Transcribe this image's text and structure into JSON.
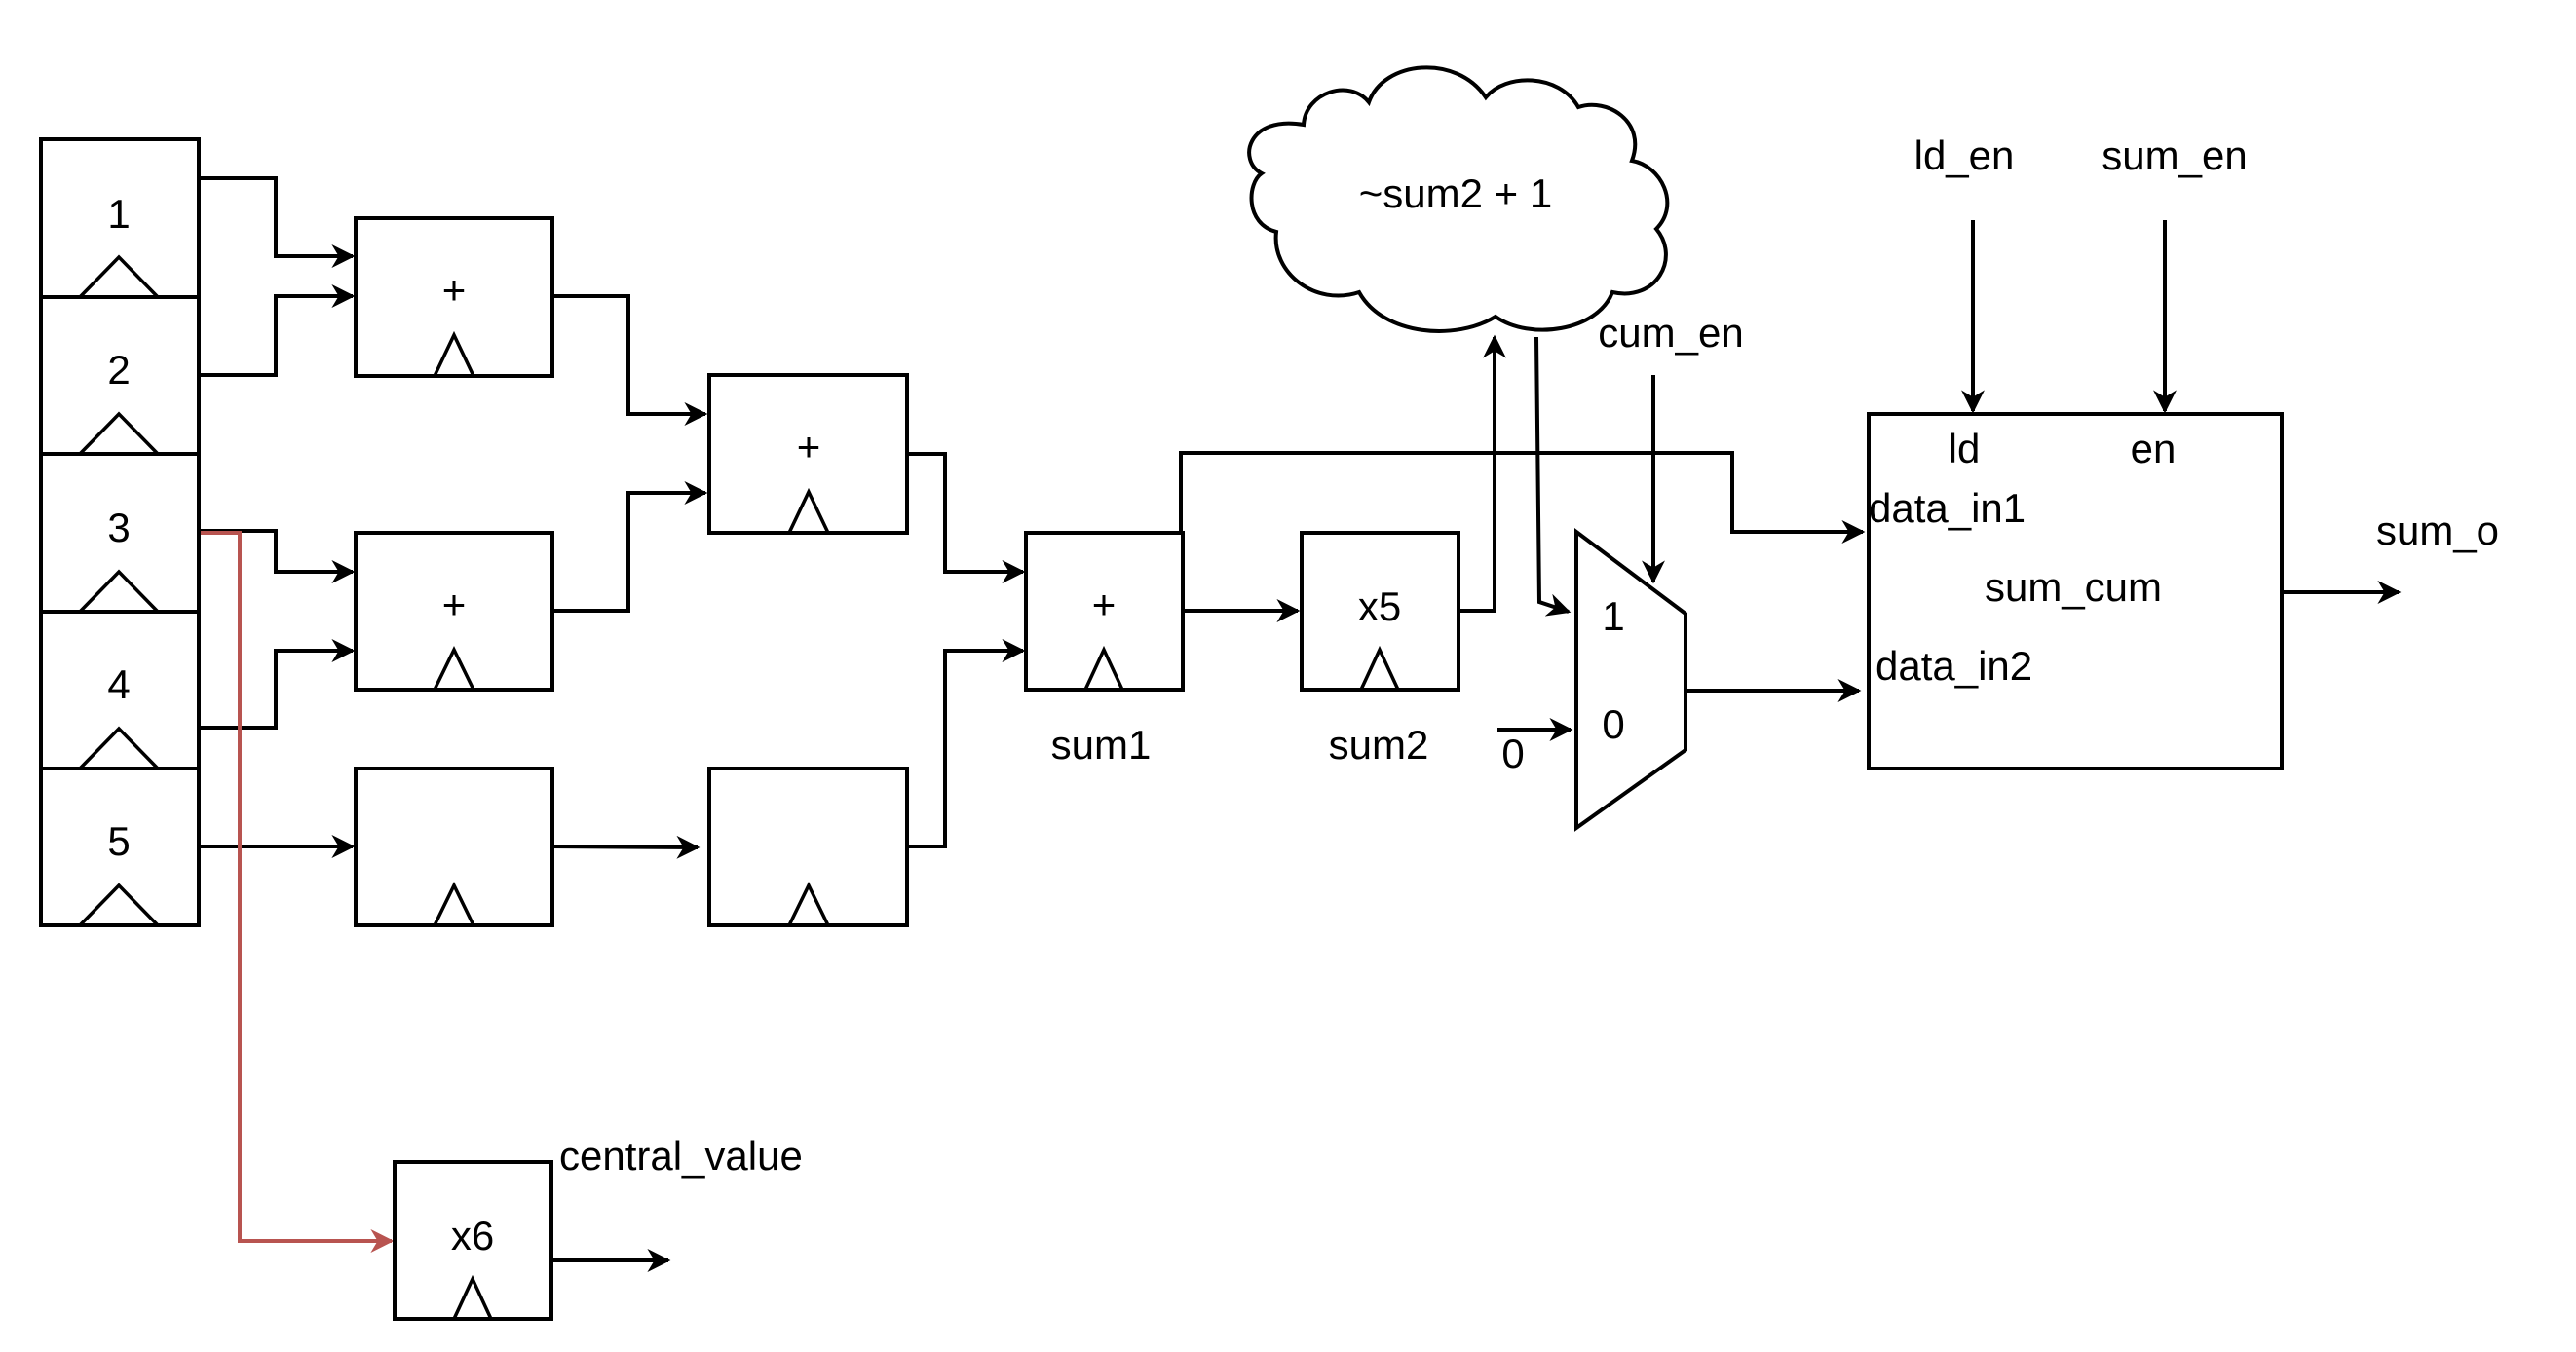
{
  "registers": {
    "r1": "1",
    "r2": "2",
    "r3": "3",
    "r4": "4",
    "r5": "5"
  },
  "blocks": {
    "add1": "+",
    "add2": "+",
    "add3": "+",
    "add_sum1": "+",
    "delay1": "",
    "delay2": "",
    "mul5": "x5",
    "mul6": "x6"
  },
  "labels": {
    "sum1": "sum1",
    "sum2": "sum2",
    "central_value": "central_value",
    "cloud": "~sum2 + 1",
    "cum_en": "cum_en",
    "ld_en": "ld_en",
    "sum_en": "sum_en",
    "sum_o": "sum_o",
    "zero_const": "0"
  },
  "mux": {
    "in1": "1",
    "in0": "0"
  },
  "sum_cum": {
    "name": "sum_cum",
    "ld": "ld",
    "en": "en",
    "data_in1": "data_in1",
    "data_in2": "data_in2"
  },
  "colors": {
    "wire": "#000000",
    "highlight_wire": "#b85450"
  }
}
